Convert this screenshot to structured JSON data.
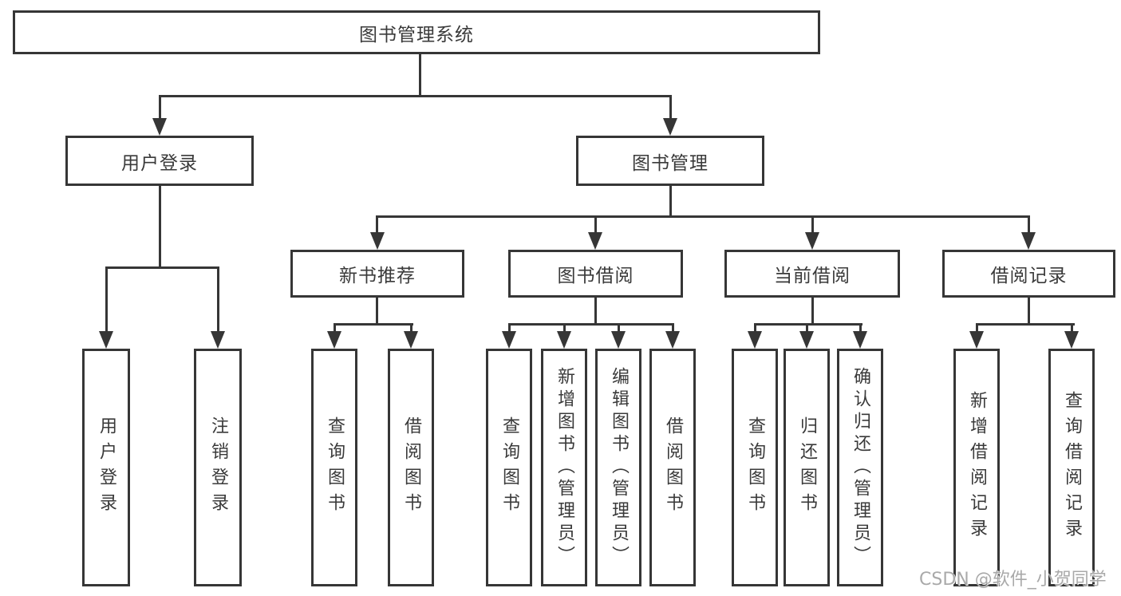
{
  "diagram": {
    "root": {
      "label": "图书管理系统"
    },
    "branches": {
      "user_login": {
        "label": "用户登录",
        "children": {
          "login": "用户登录",
          "logout": "注销登录"
        }
      },
      "book_management": {
        "label": "图书管理",
        "children": {
          "new_book_recommend": {
            "label": "新书推荐",
            "children": {
              "query_books": "查询图书",
              "borrow_books": "借阅图书"
            }
          },
          "book_borrowing": {
            "label": "图书借阅",
            "children": {
              "query_books": "查询图书",
              "add_books_admin": "新增图书（管理员）",
              "edit_books_admin": "编辑图书（管理员）",
              "borrow_books": "借阅图书"
            }
          },
          "current_borrowing": {
            "label": "当前借阅",
            "children": {
              "query_books": "查询图书",
              "return_books": "归还图书",
              "confirm_return_admin": "确认归还（管理员）"
            }
          },
          "borrowing_records": {
            "label": "借阅记录",
            "children": {
              "add_record": "新增借阅记录",
              "query_record": "查询借阅记录"
            }
          }
        }
      }
    },
    "watermark": "CSDN @软件_小贺同学"
  }
}
